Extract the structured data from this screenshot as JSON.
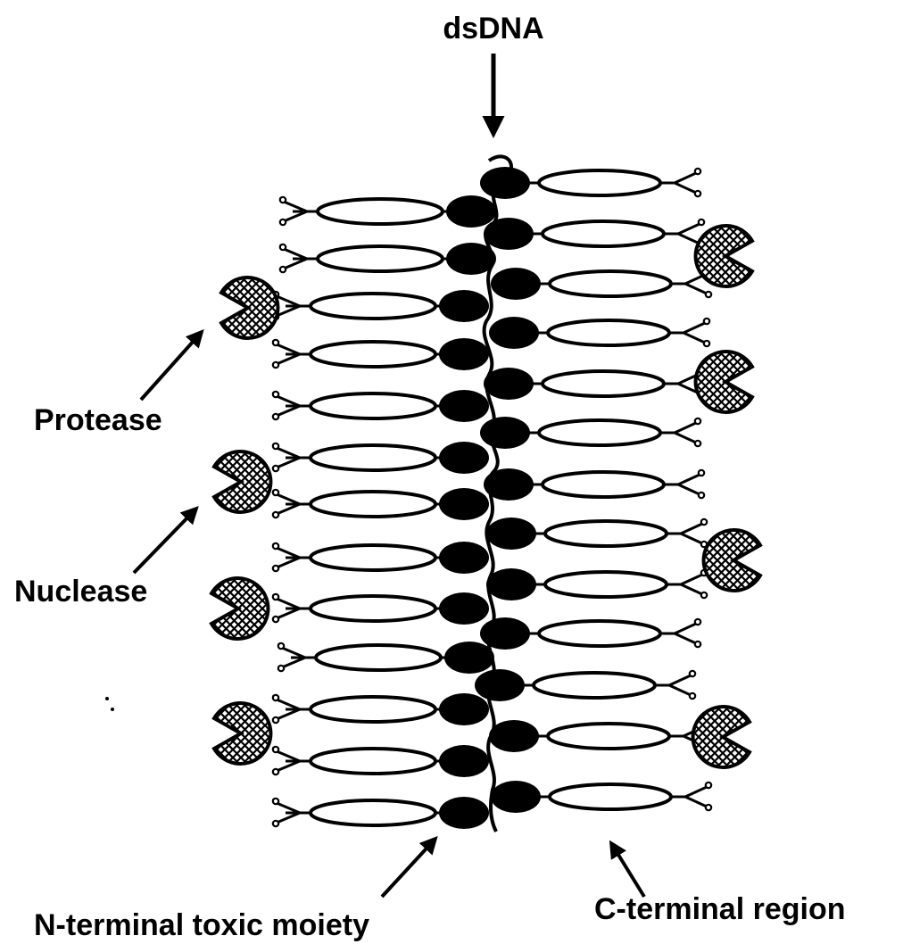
{
  "labels": {
    "dsdna": "dsDNA",
    "protease": "Protease",
    "nuclease": "Nuclease",
    "n_terminal": "N-terminal toxic moiety",
    "c_terminal": "C-terminal region"
  },
  "colors": {
    "ink": "#000000",
    "background": "#ffffff"
  }
}
